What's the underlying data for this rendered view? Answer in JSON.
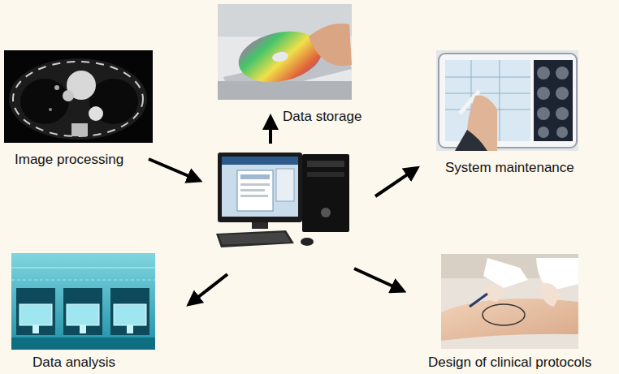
{
  "diagram": {
    "nodes": [
      {
        "text": [
          "Data storage"
        ]
      },
      {
        "text": [
          "Image processing"
        ]
      },
      {
        "text": [
          "System maintenance"
        ]
      },
      {
        "text": [
          "Data analysis"
        ]
      },
      {
        "text": [
          "Design of clinical protocols"
        ]
      }
    ]
  }
}
